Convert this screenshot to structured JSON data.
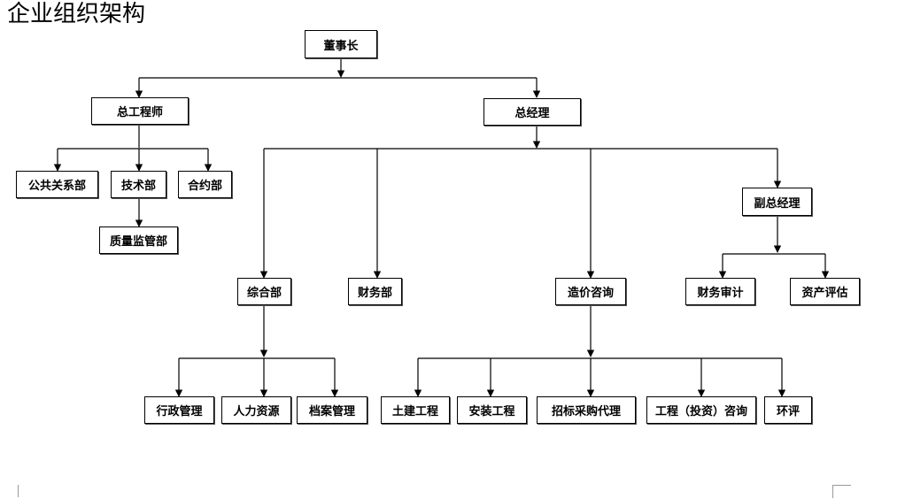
{
  "title": "企业组织架构",
  "nodes": {
    "chairman": "董事长",
    "chief_engineer": "总工程师",
    "general_manager": "总经理",
    "public_relations": "公共关系部",
    "technical": "技术部",
    "contract": "合约部",
    "quality": "质量监管部",
    "deputy_gm": "副总经理",
    "general_affairs": "综合部",
    "finance": "财务部",
    "cost_consulting": "造价咨询",
    "financial_audit": "财务审计",
    "asset_evaluation": "资产评估",
    "administration": "行政管理",
    "hr": "人力资源",
    "archives": "档案管理",
    "civil_engineering": "土建工程",
    "installation": "安装工程",
    "bidding_agency": "招标采购代理",
    "engineering_consulting": "工程（投资）咨询",
    "environmental": "环评"
  }
}
